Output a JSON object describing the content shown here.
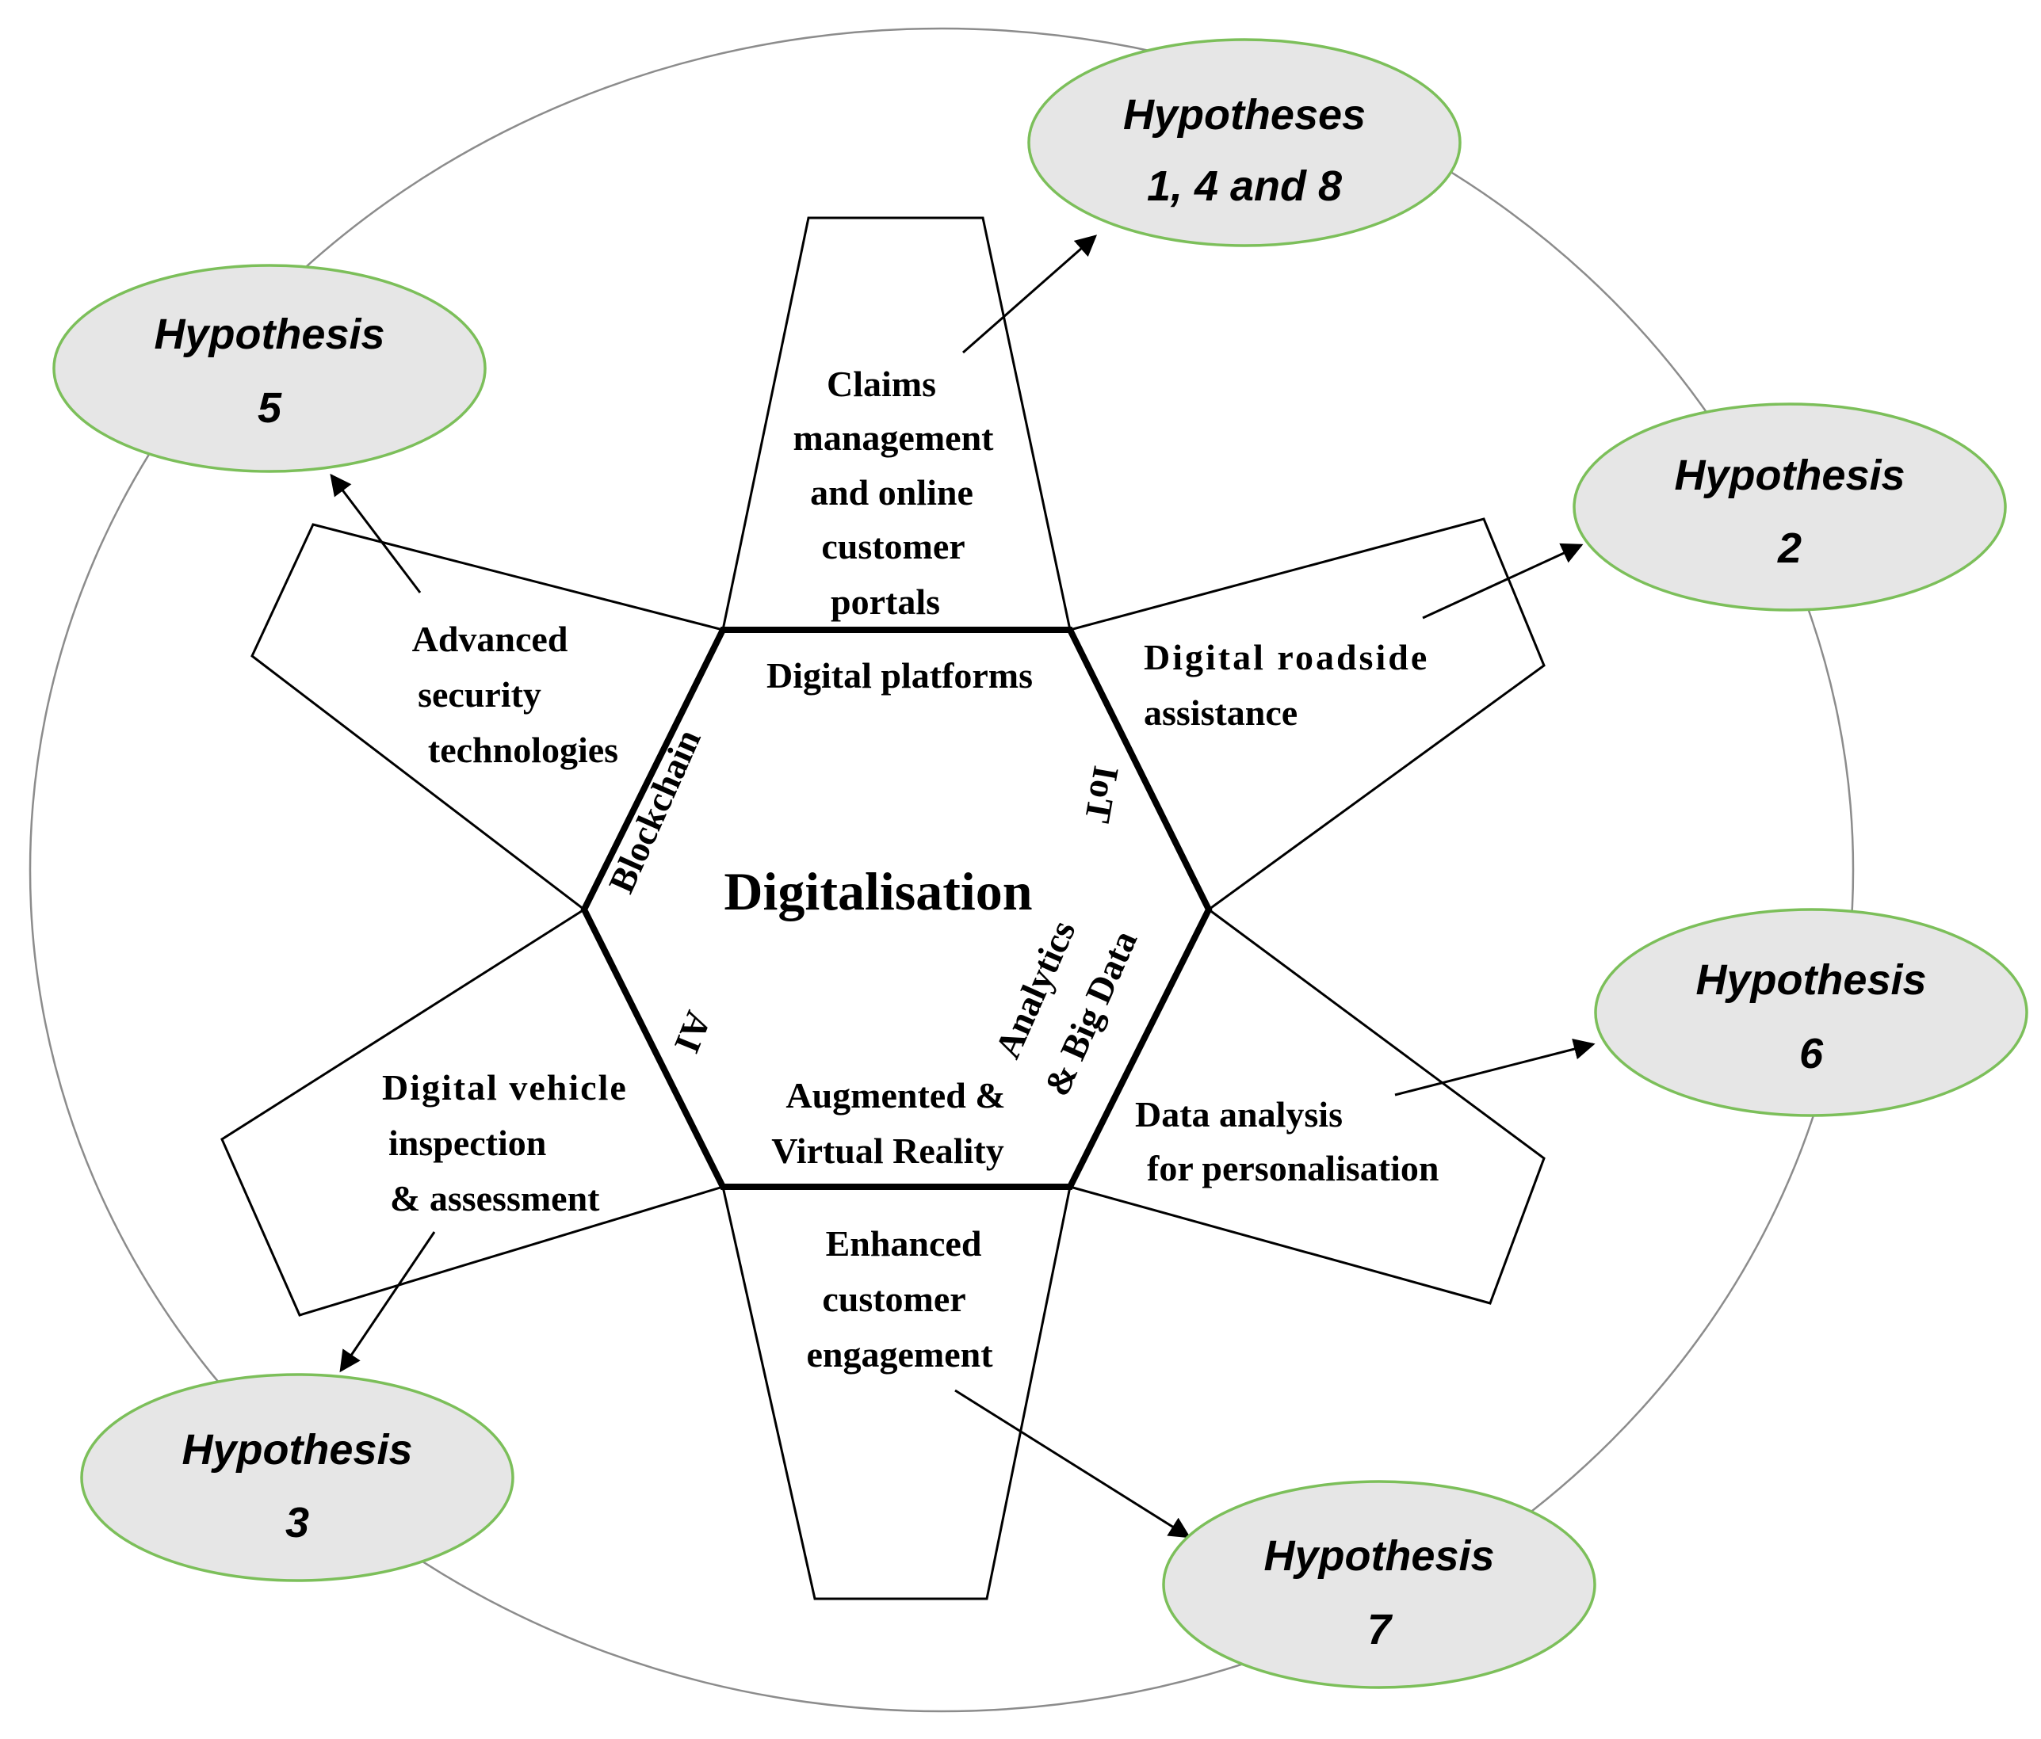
{
  "center": {
    "title": "Digitalisation"
  },
  "hexagon_sides": {
    "top": "Digital platforms",
    "upper_right": "IoT",
    "lower_right_1": "Analytics",
    "lower_right_2": "& Big Data",
    "bottom_1": "Augmented &",
    "bottom_2": "Virtual Reality",
    "lower_left": "AI",
    "upper_left": "Blockchain"
  },
  "panels": {
    "top": [
      "Claims",
      "management",
      "and online",
      "customer",
      "portals"
    ],
    "upper_right": [
      "Digital roadside",
      "assistance"
    ],
    "lower_right": [
      "Data analysis",
      "for personalisation"
    ],
    "bottom": [
      "Enhanced",
      "customer",
      "engagement"
    ],
    "lower_left": [
      "Digital vehicle",
      "inspection",
      "& assessment"
    ],
    "upper_left": [
      "Advanced",
      "security",
      "technologies"
    ]
  },
  "hypotheses": {
    "h148": [
      "Hypotheses",
      "1, 4 and 8"
    ],
    "h2": [
      "Hypothesis",
      "2"
    ],
    "h6": [
      "Hypothesis",
      "6"
    ],
    "h7": [
      "Hypothesis",
      "7"
    ],
    "h3": [
      "Hypothesis",
      "3"
    ],
    "h5": [
      "Hypothesis",
      "5"
    ]
  },
  "colors": {
    "ellipse_fill": "#e6e6e6",
    "ellipse_stroke": "#7cbf5a",
    "outer_circle": "#8c8c8c",
    "line": "#000000"
  }
}
